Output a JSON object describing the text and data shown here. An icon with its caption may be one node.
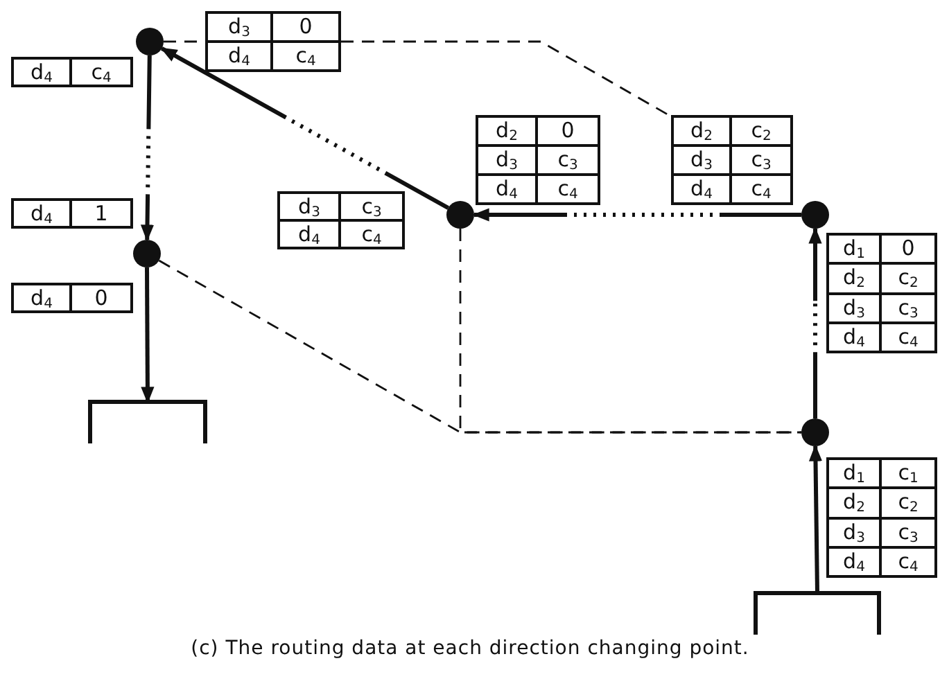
{
  "diagram": {
    "caption": "(c) The routing data at each direction changing point.",
    "nodes": [
      {
        "text": [],
        "shape": "circle"
      },
      {
        "text": [
          "d$_{3}$",
          "0",
          "d$_{4}$",
          "c$_{4}$"
        ]
      },
      {
        "text": [
          "d$_{4}$",
          "c$_{4}$"
        ]
      },
      {
        "text": [
          "d$_{2}$",
          "0",
          "d$_{3}$",
          "c$_{3}$",
          "d$_{4}$",
          "c$_{4}$"
        ]
      },
      {
        "text": [
          "d$_{2}$",
          "c$_{2}$",
          "d$_{3}$",
          "c$_{3}$",
          "d$_{4}$",
          "c$_{4}$"
        ]
      },
      {
        "text": [],
        "shape": "circle"
      },
      {
        "text": [],
        "shape": "circle"
      },
      {
        "text": [
          "d$_{4}$",
          "1"
        ]
      },
      {
        "text": [
          "d$_{3}$",
          "c$_{3}$",
          "d$_{4}$",
          "c$_{4}$"
        ]
      },
      {
        "text": [
          "d$_{1}$",
          "0",
          "d$_{2}$",
          "c$_{2}$",
          "d$_{3}$",
          "c$_{3}$",
          "d$_{4}$",
          "c$_{4}$"
        ]
      },
      {
        "text": [],
        "shape": "circle"
      },
      {
        "text": [
          "d$_{4}$",
          "0"
        ]
      },
      {
        "text": [],
        "shape": "box"
      },
      {
        "text": [],
        "shape": "circle"
      },
      {
        "text": [
          "d$_{1}$",
          "c$_{1}$",
          "d$_{2}$",
          "c$_{2}$",
          "d$_{3}$",
          "c$_{3}$",
          "d$_{4}$",
          "c$_{4}$"
        ]
      },
      {
        "text": [],
        "shape": "box"
      }
    ],
    "edges": [
      {
        "from": 15,
        "to": 13,
        "arrow": "to"
      },
      {
        "from": 13,
        "to": 6,
        "arrow": "to",
        "style": "dashed"
      },
      {
        "from": 6,
        "to": 5,
        "arrow": "to",
        "style": "dashed"
      },
      {
        "from": 5,
        "to": 0,
        "arrow": "to",
        "style": "dashed"
      },
      {
        "from": 0,
        "to": 10,
        "arrow": "to",
        "style": "dashed"
      },
      {
        "from": 10,
        "to": 12,
        "arrow": "to"
      },
      {
        "from": 10,
        "to": 13,
        "arrow": "none",
        "style": "dashed"
      },
      {
        "from": 5,
        "to": 13,
        "arrow": "none",
        "style": "dashed"
      },
      {
        "from": 0,
        "to": 1,
        "arrow": "none",
        "style": "dashed"
      },
      {
        "from": 1,
        "to": 4,
        "arrow": "none",
        "style": "dashed"
      }
    ]
  }
}
